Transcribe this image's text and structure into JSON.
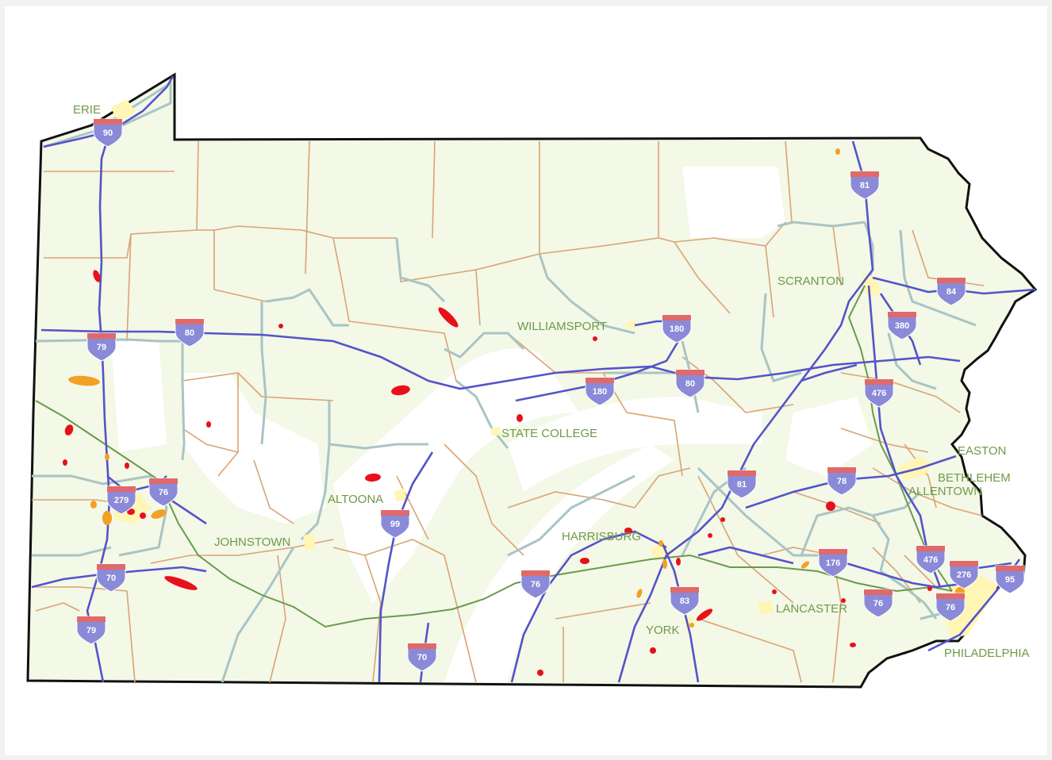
{
  "colors": {
    "state_fill": "#f3f8e7",
    "valley_fill": "#ffffff",
    "state_border": "#111111",
    "county_line": "#d9a473",
    "region_line": "#a9c4c4",
    "interstate": "#5454c9",
    "turnpike": "#6b9a4c",
    "city_label": "#6f9a49",
    "urban_area": "#fff6b5",
    "site_red": "#e8101a",
    "site_orange": "#f3a024",
    "shield_top": "#e06a6a",
    "shield_body": "#8a8ad8"
  },
  "cities": [
    {
      "id": "erie",
      "name": "ERIE"
    },
    {
      "id": "scranton",
      "name": "SCRANTON"
    },
    {
      "id": "williamsport",
      "name": "WILLIAMSPORT"
    },
    {
      "id": "state-college",
      "name": "STATE COLLEGE"
    },
    {
      "id": "easton",
      "name": "EASTON"
    },
    {
      "id": "bethlehem",
      "name": "BETHLEHEM"
    },
    {
      "id": "allentown",
      "name": "ALLENTOWN"
    },
    {
      "id": "altoona",
      "name": "ALTOONA"
    },
    {
      "id": "johnstown",
      "name": "JOHNSTOWN"
    },
    {
      "id": "harrisburg",
      "name": "HARRISBURG"
    },
    {
      "id": "lancaster",
      "name": "LANCASTER"
    },
    {
      "id": "york",
      "name": "YORK"
    },
    {
      "id": "philadelphia",
      "name": "PHILADELPHIA"
    }
  ],
  "shields": [
    {
      "id": "i90",
      "label": "90"
    },
    {
      "id": "i81-north",
      "label": "81"
    },
    {
      "id": "i84",
      "label": "84"
    },
    {
      "id": "i380",
      "label": "380"
    },
    {
      "id": "i180-east",
      "label": "180"
    },
    {
      "id": "i80-west",
      "label": "80"
    },
    {
      "id": "i79-north",
      "label": "79"
    },
    {
      "id": "i180-west",
      "label": "180"
    },
    {
      "id": "i80-central",
      "label": "80"
    },
    {
      "id": "i476-north",
      "label": "476"
    },
    {
      "id": "i279",
      "label": "279"
    },
    {
      "id": "i76-west",
      "label": "76"
    },
    {
      "id": "i99",
      "label": "99"
    },
    {
      "id": "i81-central",
      "label": "81"
    },
    {
      "id": "i78",
      "label": "78"
    },
    {
      "id": "i70-west",
      "label": "70"
    },
    {
      "id": "i79-south",
      "label": "79"
    },
    {
      "id": "i70-south",
      "label": "70"
    },
    {
      "id": "i76-central",
      "label": "76"
    },
    {
      "id": "i83",
      "label": "83"
    },
    {
      "id": "i176",
      "label": "176"
    },
    {
      "id": "i76-east",
      "label": "76"
    },
    {
      "id": "i476-south",
      "label": "476"
    },
    {
      "id": "i276",
      "label": "276"
    },
    {
      "id": "i95",
      "label": "95"
    },
    {
      "id": "i76-phila",
      "label": "76"
    }
  ]
}
